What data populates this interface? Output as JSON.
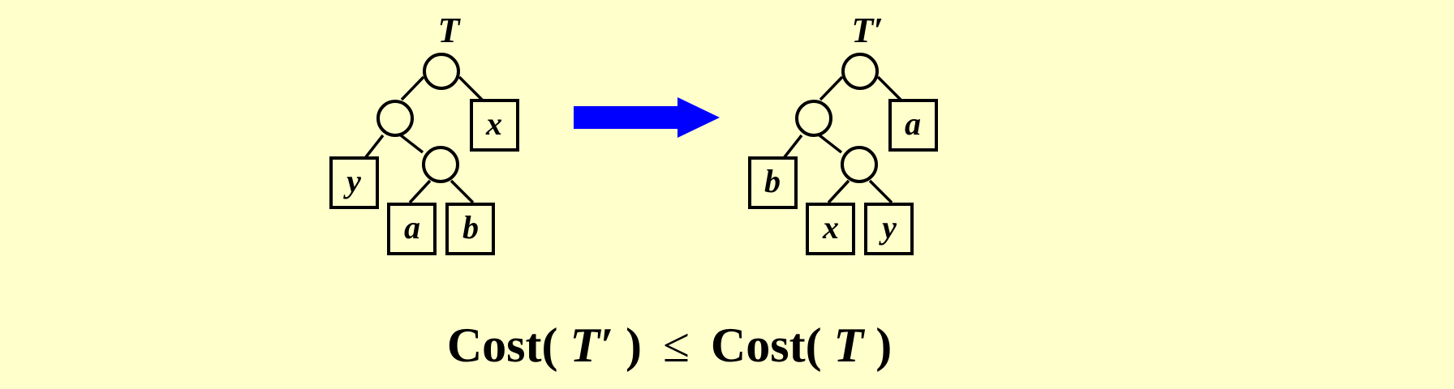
{
  "colors": {
    "background": "#ffffcc",
    "arrow": "#0000ff",
    "stroke": "#000000"
  },
  "trees": [
    {
      "title": "T",
      "leaves": {
        "right": "x",
        "left": "y",
        "bottom_left": "a",
        "bottom_right": "b"
      }
    },
    {
      "title": "T′",
      "leaves": {
        "right": "a",
        "left": "b",
        "bottom_left": "x",
        "bottom_right": "y"
      }
    }
  ],
  "arrow_icon": "right-arrow-icon",
  "formula": {
    "lhs_func": "Cost(",
    "lhs_arg": "T′",
    "lhs_close": ")",
    "relation": "≤",
    "rhs_func": "Cost(",
    "rhs_arg": "T",
    "rhs_close": ")"
  }
}
